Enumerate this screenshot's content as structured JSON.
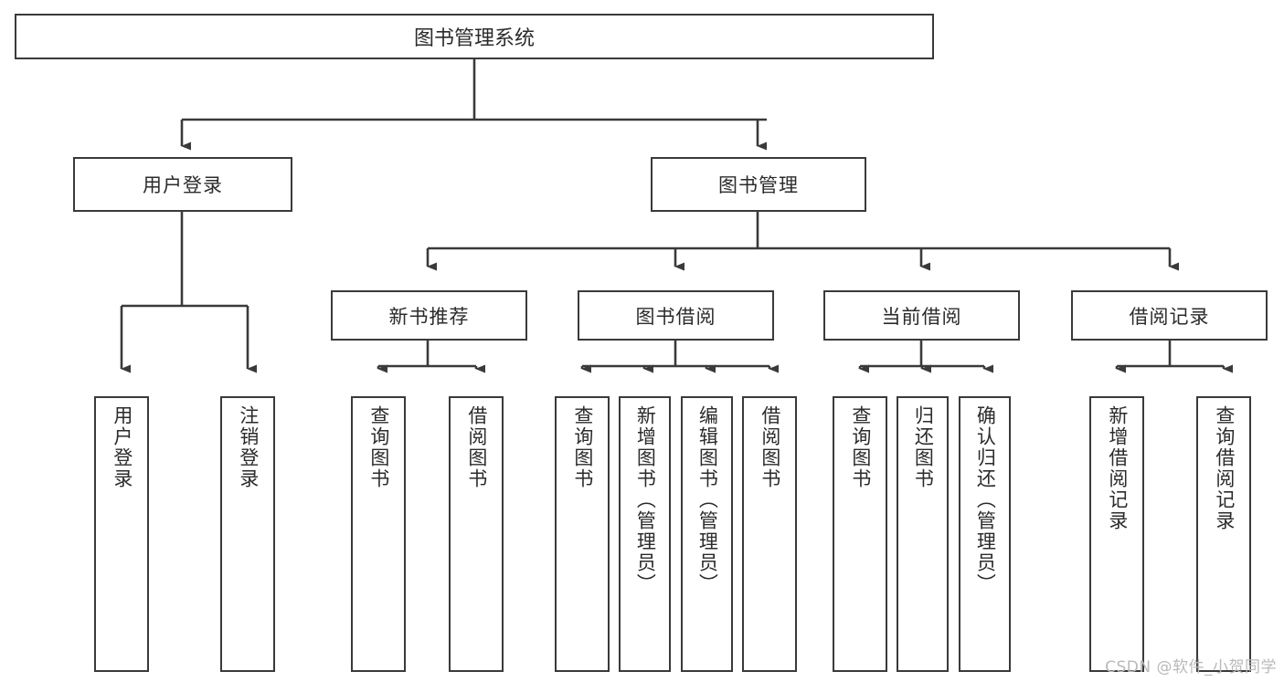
{
  "diagram": {
    "type": "tree",
    "title": "图书管理系统",
    "root": {
      "label": "图书管理系统"
    },
    "level1": [
      {
        "label": "用户登录"
      },
      {
        "label": "图书管理"
      }
    ],
    "level2": [
      {
        "label": "新书推荐"
      },
      {
        "label": "图书借阅"
      },
      {
        "label": "当前借阅"
      },
      {
        "label": "借阅记录"
      }
    ],
    "leaves": {
      "user_login": [
        {
          "label": "用户登录"
        },
        {
          "label": "注销登录"
        }
      ],
      "new_book_recommend": [
        {
          "label": "查询图书"
        },
        {
          "label": "借阅图书"
        }
      ],
      "book_borrow": [
        {
          "label": "查询图书"
        },
        {
          "label": "新增图书（管理员）"
        },
        {
          "label": "编辑图书（管理员）"
        },
        {
          "label": "借阅图书"
        }
      ],
      "current_borrow": [
        {
          "label": "查询图书"
        },
        {
          "label": "归还图书"
        },
        {
          "label": "确认归还（管理员）"
        }
      ],
      "borrow_record": [
        {
          "label": "新增借阅记录"
        },
        {
          "label": "查询借阅记录"
        }
      ]
    }
  },
  "watermark": {
    "text": "CSDN @软件_小贺同学"
  },
  "colors": {
    "border": "#3a3a3a",
    "text": "#2b2b2b",
    "background": "#ffffff",
    "watermark": "#b9b9b9"
  }
}
